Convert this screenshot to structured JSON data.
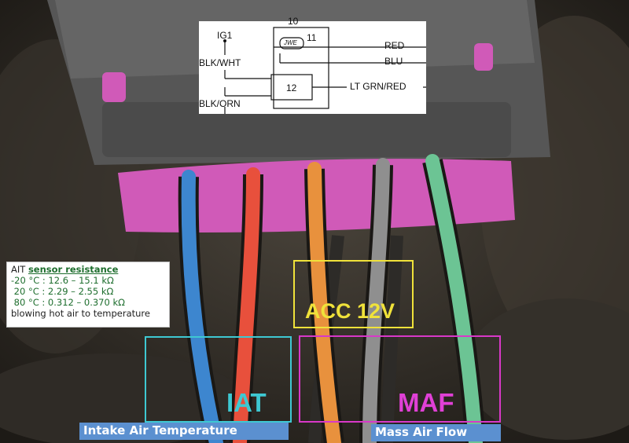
{
  "wiring_diagram": {
    "connector_id": "10",
    "power_label": "IG1",
    "pin_heater": "11",
    "pin_sensor": "12",
    "heater_symbol": "JWE",
    "wires": {
      "ig1_feed": "BLK/WHT",
      "ground": "BLK/ORN",
      "pin11_a": "RED",
      "pin11_b": "BLU",
      "pin12_out": "LT GRN/RED"
    }
  },
  "sensor_resistance": {
    "prefix": "AIT",
    "link_text": "sensor resistance",
    "rows": [
      "-20 °C : 12.6 – 15.1 kΩ",
      " 20 °C : 2.29 – 2.55 kΩ",
      " 80 °C : 0.312 – 0.370 kΩ"
    ],
    "note": "blowing hot air to temperature"
  },
  "annotations": {
    "acc": {
      "label": "ACC 12V",
      "color": "#f0e23a"
    },
    "iat": {
      "label": "IAT",
      "caption": "Intake Air Temperature",
      "color": "#3ec8d2"
    },
    "maf": {
      "label": "MAF",
      "caption": "Mass Air Flow",
      "color": "#d838c8"
    },
    "caption_bg": "#5b90d0"
  },
  "photo": {
    "connector_color": "#5a5a5a",
    "seal_color": "#d05ab8",
    "wire_colors": [
      "#3d86cf",
      "#e8503c",
      "#e8913d",
      "#8f8f8f",
      "#6cc494"
    ]
  }
}
